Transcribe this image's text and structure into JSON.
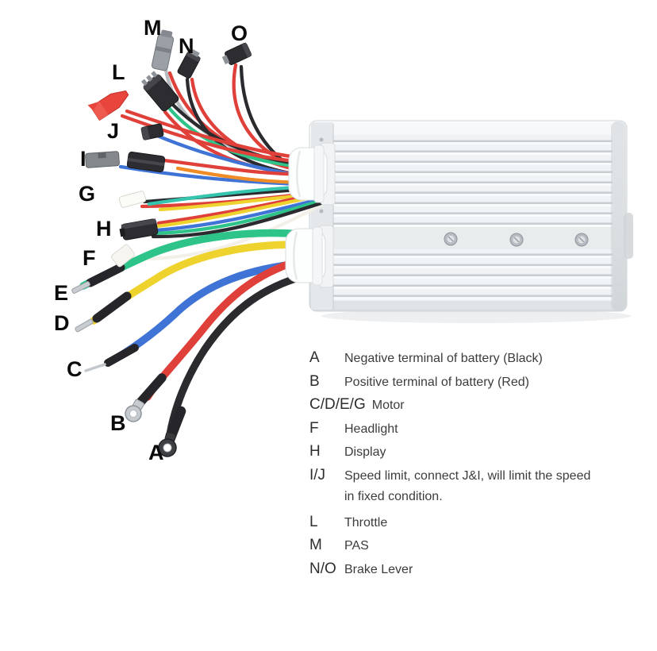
{
  "image_type": "annotated product photo / wiring diagram",
  "device": "Brushless motor speed controller with wiring harness",
  "colors": {
    "wire_green": "#2ec489",
    "wire_yellow": "#eed32f",
    "wire_blue": "#3f74d6",
    "wire_red": "#e0403a",
    "wire_black": "#2b2b2f",
    "wire_orange": "#f08c26",
    "wire_grey": "#b7bcc1",
    "wire_teal": "#35c4ad",
    "connector_red": "#e8453d",
    "case_silver": "#e9eced"
  },
  "wire_labels": [
    {
      "id": "M"
    },
    {
      "id": "N"
    },
    {
      "id": "O"
    },
    {
      "id": "L"
    },
    {
      "id": "J"
    },
    {
      "id": "I"
    },
    {
      "id": "G"
    },
    {
      "id": "H"
    },
    {
      "id": "F"
    },
    {
      "id": "E"
    },
    {
      "id": "D"
    },
    {
      "id": "C"
    },
    {
      "id": "B"
    },
    {
      "id": "A"
    }
  ],
  "legend": {
    "rows": [
      {
        "key": "A",
        "text": "Negative terminal of battery (Black)"
      },
      {
        "key": "B",
        "text": "Positive terminal of battery (Red)"
      },
      {
        "key": "C/D/E/G",
        "text": "Motor"
      },
      {
        "key": "F",
        "text": "Headlight"
      },
      {
        "key": "H",
        "text": "Display"
      },
      {
        "key": "I/J",
        "text": "Speed limit, connect J&I, will limit the speed"
      },
      {
        "key": "",
        "text": "in fixed condition."
      },
      {
        "key": "L",
        "text": "Throttle"
      },
      {
        "key": "M",
        "text": "PAS"
      },
      {
        "key": "N/O",
        "text": "Brake Lever"
      }
    ]
  }
}
